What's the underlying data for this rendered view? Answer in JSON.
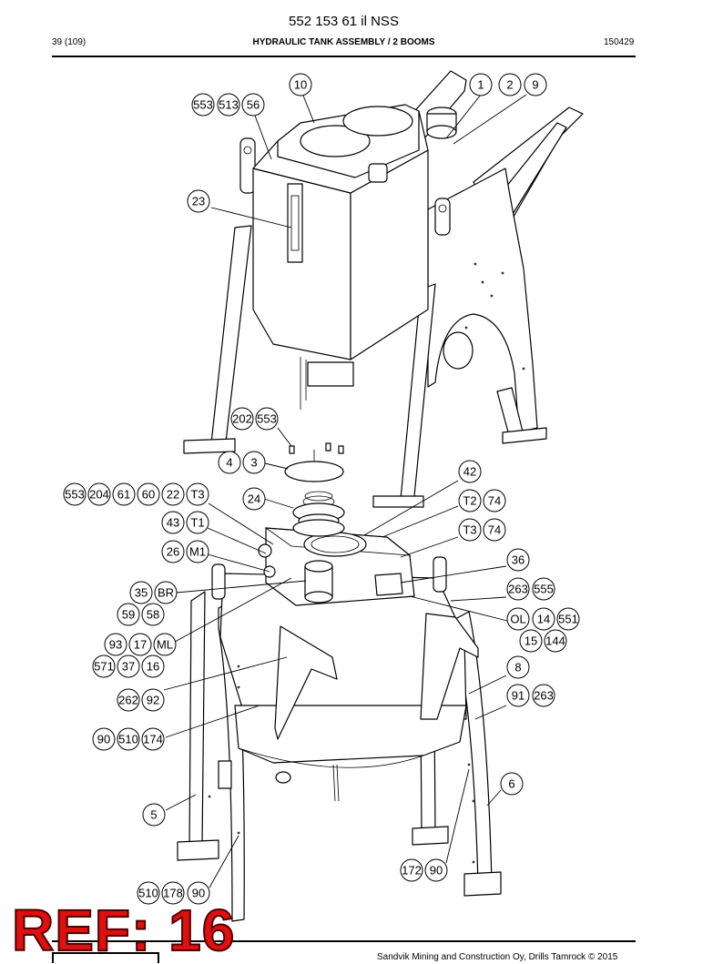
{
  "header": {
    "doc_number": "552 153 61 il NSS",
    "page": "39 (109)",
    "section_title": "HYDRAULIC TANK ASSEMBLY / 2 BOOMS",
    "date_code": "150429"
  },
  "callouts": {
    "c10": "10",
    "c1": "1",
    "c2": "2",
    "c9": "9",
    "c553a": "553",
    "c513": "513",
    "c56": "56",
    "c23": "23",
    "c202": "202",
    "c553b": "553",
    "c4": "4",
    "c3": "3",
    "c42": "42",
    "c553c": "553",
    "c204": "204",
    "c61": "61",
    "c60": "60",
    "c22": "22",
    "cT3a": "T3",
    "c24": "24",
    "cT2": "T2",
    "c74a": "74",
    "c43": "43",
    "cT1": "T1",
    "cT3b": "T3",
    "c74b": "74",
    "c26": "26",
    "cM1": "M1",
    "c36": "36",
    "c35": "35",
    "cBR": "BR",
    "c263a": "263",
    "c555": "555",
    "c59": "59",
    "c58": "58",
    "cOL": "OL",
    "c14": "14",
    "c551": "551",
    "c15": "15",
    "c144": "144",
    "c93": "93",
    "c17": "17",
    "cML": "ML",
    "c571": "571",
    "c37": "37",
    "c16": "16",
    "c8": "8",
    "c262": "262",
    "c92": "92",
    "c91": "91",
    "c263b": "263",
    "c90a": "90",
    "c510a": "510",
    "c174": "174",
    "c6": "6",
    "c5": "5",
    "c172": "172",
    "c90b": "90",
    "c510b": "510",
    "c178": "178",
    "c90c": "90"
  },
  "overlay": {
    "ref_text": "REF: 16"
  },
  "footer": {
    "copyright": "Sandvik Mining and Construction Oy, Drills Tamrock © 2015"
  }
}
